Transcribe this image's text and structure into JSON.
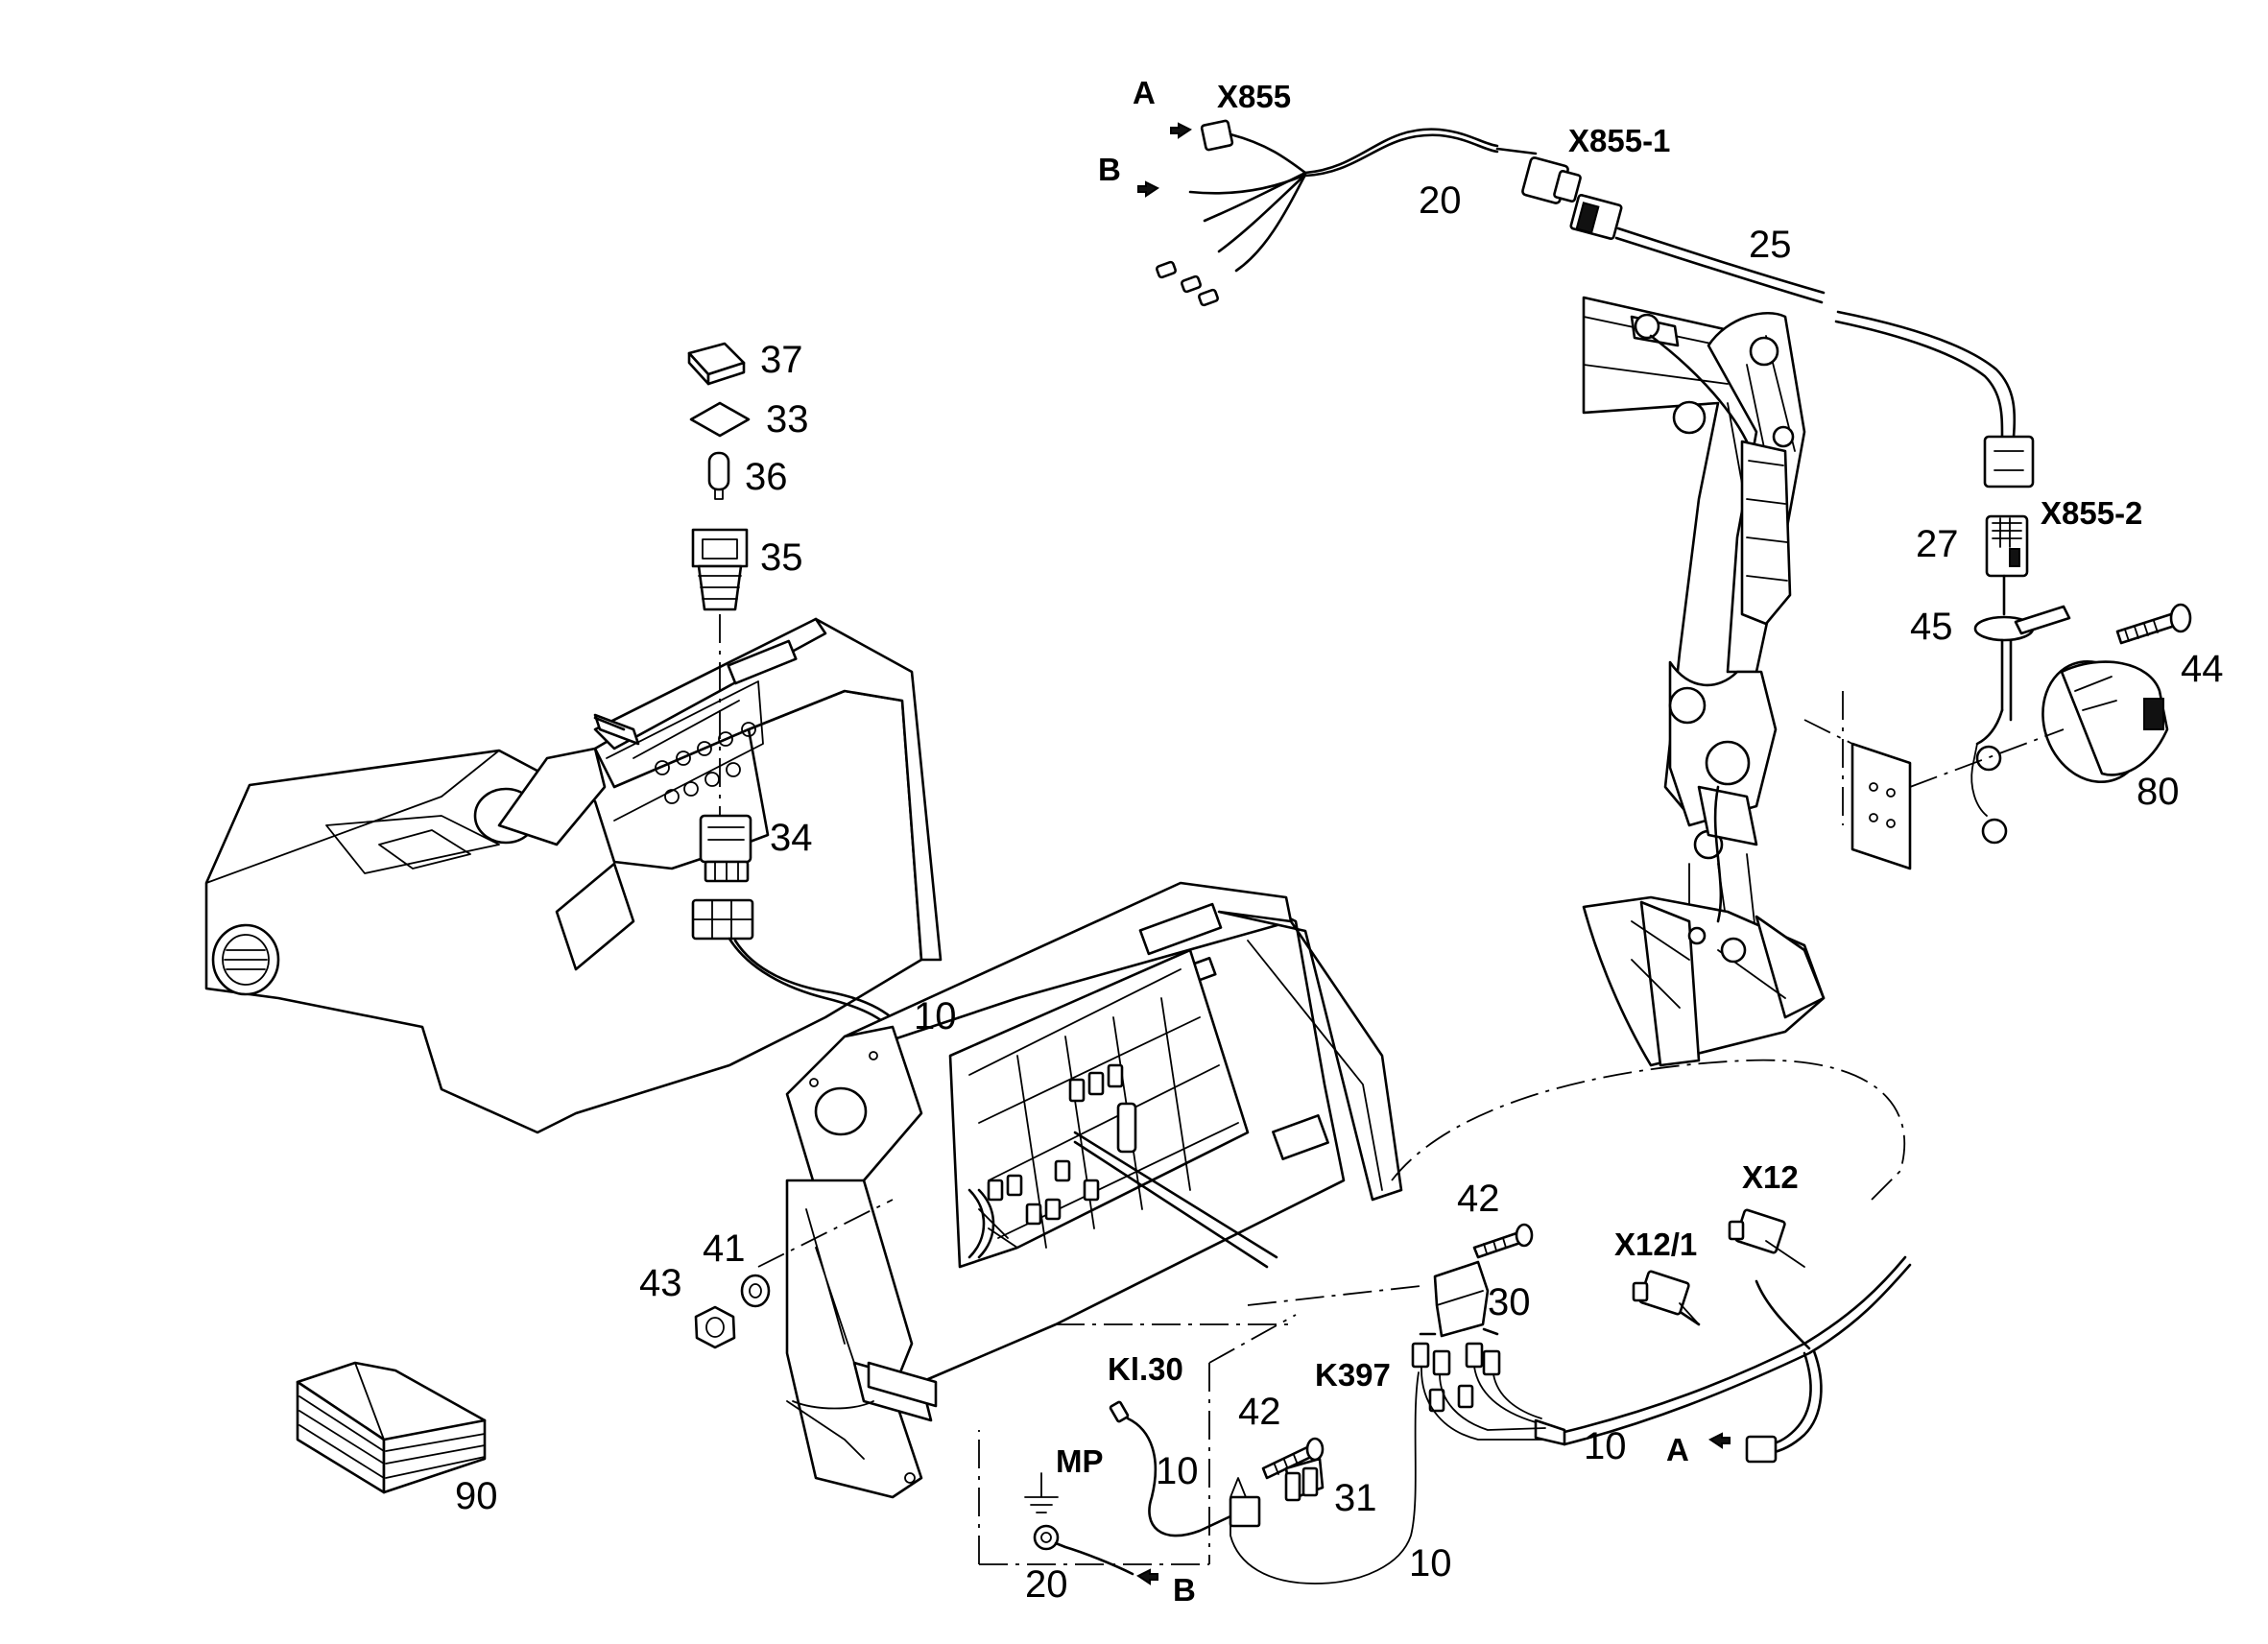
{
  "labels": {
    "x855": "X855",
    "x855_1": "X855-1",
    "x855_2": "X855-2",
    "a_top": "A",
    "b_top": "B",
    "a_bottom": "A",
    "b_bottom": "B",
    "x12": "X12",
    "x12_1": "X12/1",
    "k397": "K397",
    "kl30": "Kl.30",
    "mp": "MP"
  },
  "callouts": {
    "p37": "37",
    "p33": "33",
    "p36": "36",
    "p35": "35",
    "p34": "34",
    "p10_cable": "10",
    "p20_top": "20",
    "p25": "25",
    "p27": "27",
    "p45": "45",
    "p44": "44",
    "p80": "80",
    "p42_right": "42",
    "p30": "30",
    "p41": "41",
    "p43": "43",
    "p42_left": "42",
    "p31": "31",
    "p10_mid": "10",
    "p10_bottom": "10",
    "p10_right": "10",
    "p20_bottom": "20",
    "p90": "90"
  }
}
